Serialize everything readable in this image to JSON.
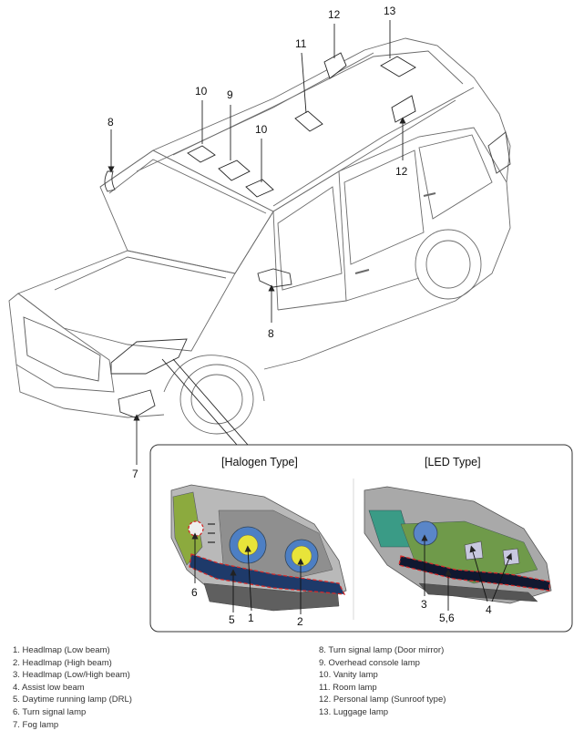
{
  "callouts": {
    "c8a": "8",
    "c10a": "10",
    "c9": "9",
    "c10b": "10",
    "c11": "11",
    "c12a": "12",
    "c13": "13",
    "c12b": "12",
    "c8b": "8",
    "c7": "7"
  },
  "inset": {
    "halogen_title": "[Halogen Type]",
    "led_title": "[LED Type]",
    "h6": "6",
    "h5": "5",
    "h1": "1",
    "h2": "2",
    "l3": "3",
    "l56": "5,6",
    "l4": "4"
  },
  "legend": {
    "left": [
      "1. Headlmap (Low beam)",
      "2. Headlmap (High beam)",
      "3. Headlmap (Low/High beam)",
      "4. Assist low beam",
      "5. Daytime running lamp (DRL)",
      "6. Turn signal lamp",
      "7. Fog lamp"
    ],
    "right": [
      "8. Turn signal lamp (Door mirror)",
      "9. Overhead console lamp",
      "10. Vanity lamp",
      "11. Room lamp",
      "12. Personal lamp (Sunroof type)",
      "13. Luggage lamp"
    ]
  },
  "colors": {
    "line": "#555555",
    "lamp_yellow": "#e8e43a",
    "lamp_blue": "#5a86c8",
    "housing_green": "#7a9a3c",
    "drl_dash": "#d42a2a"
  }
}
